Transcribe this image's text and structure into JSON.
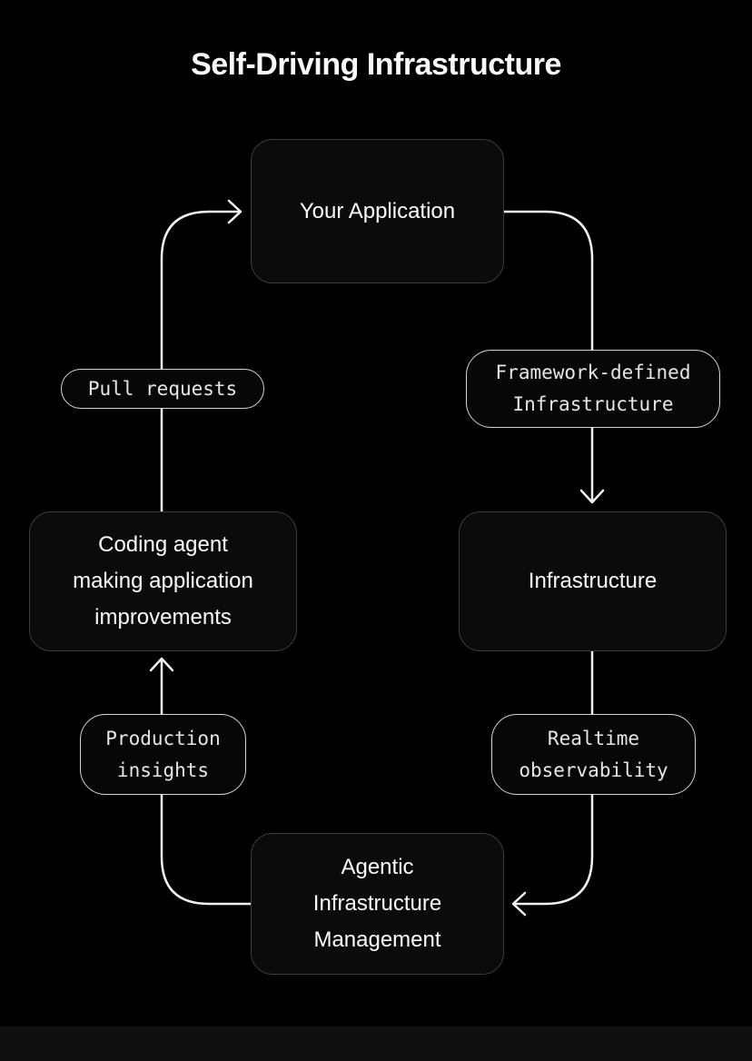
{
  "title": "Self-Driving Infrastructure",
  "colors": {
    "background": "#000000",
    "node_fill": "#0b0b0b",
    "node_border": "#3c3c3c",
    "pill_fill": "#070707",
    "pill_border": "#d4d4d4",
    "line": "#f2f2f2",
    "node_text": "#fafafa",
    "pill_text": "#e6e6e6"
  },
  "nodes": {
    "application": {
      "label": "Your Application",
      "lines": [
        "Your Application"
      ]
    },
    "infrastructure": {
      "label": "Infrastructure",
      "lines": [
        "Infrastructure"
      ]
    },
    "coding_agent": {
      "label": "Coding agent making application improvements",
      "lines": [
        "Coding agent",
        "making application",
        "improvements"
      ]
    },
    "agentic": {
      "label": "Agentic Infrastructure Management",
      "lines": [
        "Agentic",
        "Infrastructure",
        "Management"
      ]
    }
  },
  "edges": {
    "framework": {
      "label": "Framework-defined Infrastructure",
      "lines": [
        "Framework-defined",
        "Infrastructure"
      ]
    },
    "observability": {
      "label": "Realtime observability",
      "lines": [
        "Realtime",
        "observability"
      ]
    },
    "insights": {
      "label": "Production insights",
      "lines": [
        "Production",
        "insights"
      ]
    },
    "pull_requests": {
      "label": "Pull requests",
      "lines": [
        "Pull requests"
      ]
    }
  }
}
